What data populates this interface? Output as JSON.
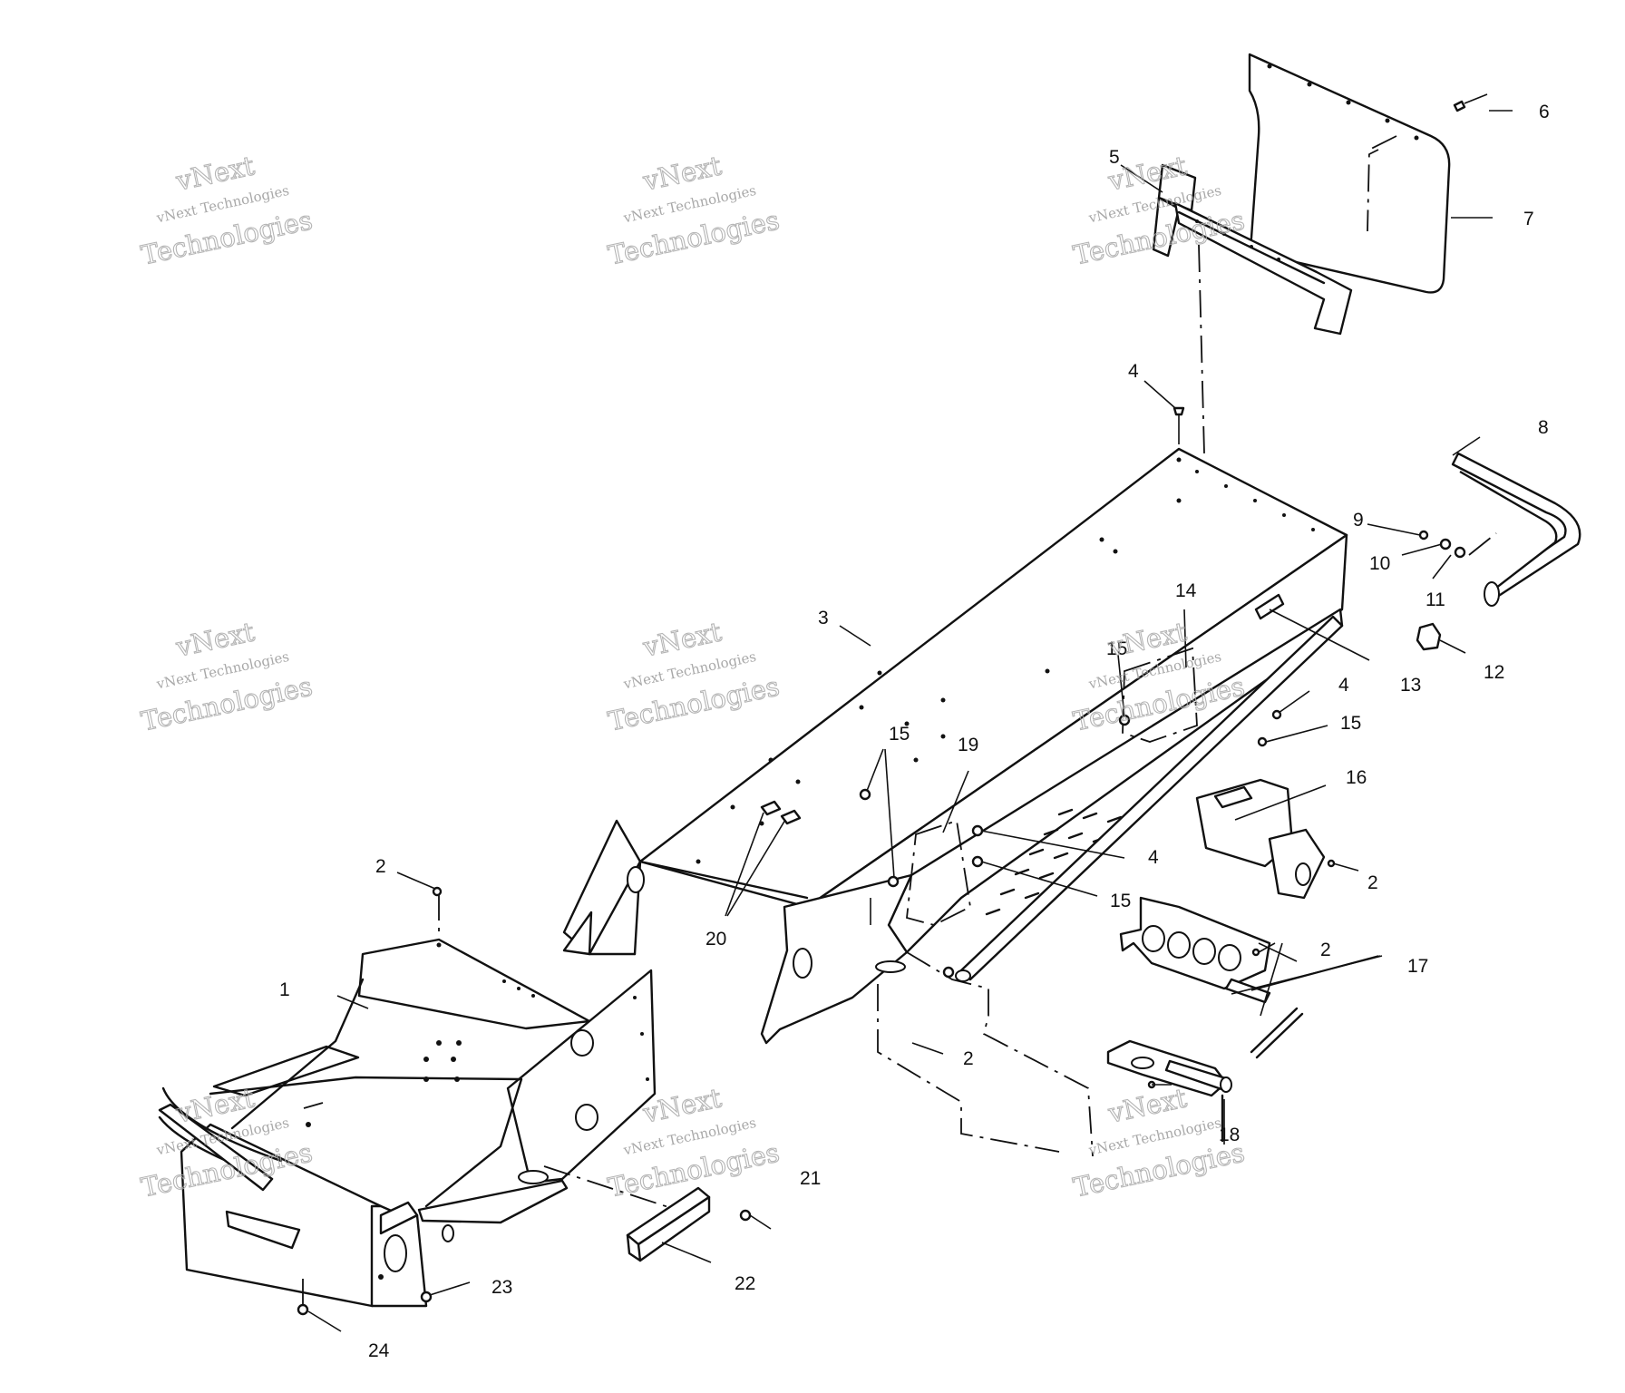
{
  "watermark": {
    "line1": "vNext",
    "line2": "vNext Technologies",
    "line3": "Technologies"
  },
  "callouts": [
    {
      "id": "c6",
      "label": "6"
    },
    {
      "id": "c5",
      "label": "5"
    },
    {
      "id": "c7",
      "label": "7"
    },
    {
      "id": "c4a",
      "label": "4"
    },
    {
      "id": "c8",
      "label": "8"
    },
    {
      "id": "c9",
      "label": "9"
    },
    {
      "id": "c10",
      "label": "10"
    },
    {
      "id": "c11",
      "label": "11"
    },
    {
      "id": "c3",
      "label": "3"
    },
    {
      "id": "c14",
      "label": "14"
    },
    {
      "id": "c13",
      "label": "13"
    },
    {
      "id": "c12",
      "label": "12"
    },
    {
      "id": "c15a",
      "label": "15"
    },
    {
      "id": "c4b",
      "label": "4"
    },
    {
      "id": "c15b",
      "label": "15"
    },
    {
      "id": "c15c",
      "label": "15"
    },
    {
      "id": "c19",
      "label": "19"
    },
    {
      "id": "c16",
      "label": "16"
    },
    {
      "id": "c4c",
      "label": "4"
    },
    {
      "id": "c15d",
      "label": "15"
    },
    {
      "id": "c2a",
      "label": "2"
    },
    {
      "id": "c2b",
      "label": "2"
    },
    {
      "id": "c17",
      "label": "17"
    },
    {
      "id": "c2c",
      "label": "2"
    },
    {
      "id": "c20",
      "label": "20"
    },
    {
      "id": "c1",
      "label": "1"
    },
    {
      "id": "c2d",
      "label": "2"
    },
    {
      "id": "c18",
      "label": "18"
    },
    {
      "id": "c21",
      "label": "21"
    },
    {
      "id": "c22",
      "label": "22"
    },
    {
      "id": "c23",
      "label": "23"
    },
    {
      "id": "c24",
      "label": "24"
    }
  ]
}
